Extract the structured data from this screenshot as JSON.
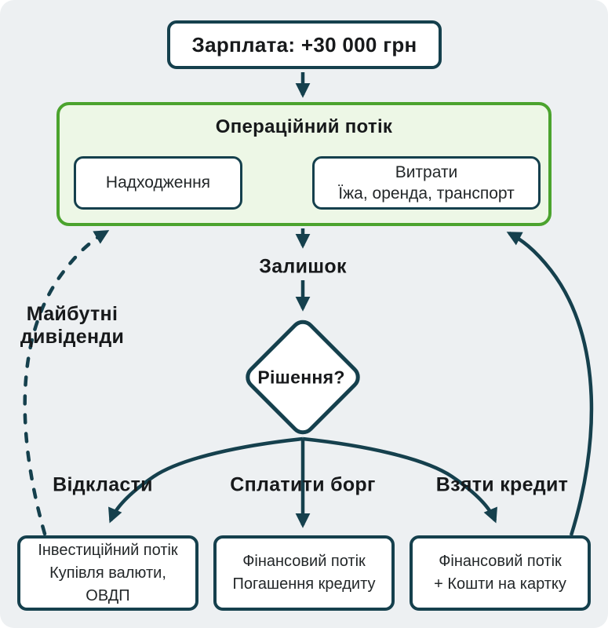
{
  "colors": {
    "background": "#edf0f2",
    "outline_teal": "#15404d",
    "green_border": "#4ba32e",
    "green_fill": "#edf7e6",
    "box_bg": "#ffffff",
    "text_dark": "#17191b"
  },
  "salary": {
    "label": "Зарплата: +30 000 грн"
  },
  "operational": {
    "title": "Операційний потік",
    "income_label": "Надходження",
    "expenses_line1": "Витрати",
    "expenses_line2": "Їжа, оренда, транспорт"
  },
  "remainder_label": "Залишок",
  "decision_label": "Рішення?",
  "branch_labels": {
    "save": "Відкласти",
    "pay_debt": "Сплатити борг",
    "take_credit": "Взяти кредит"
  },
  "investment_box": {
    "line1": "Інвестиційний потік",
    "line2": "Купівля валюти,",
    "line3": "ОВДП"
  },
  "repay_box": {
    "line1": "Фінансовий потік",
    "line2": "Погашення кредиту"
  },
  "credit_box": {
    "line1": "Фінансовий потік",
    "line2": "+ Кошти на картку"
  },
  "future_dividends": {
    "line1": "Майбутні",
    "line2": "дивіденди"
  }
}
